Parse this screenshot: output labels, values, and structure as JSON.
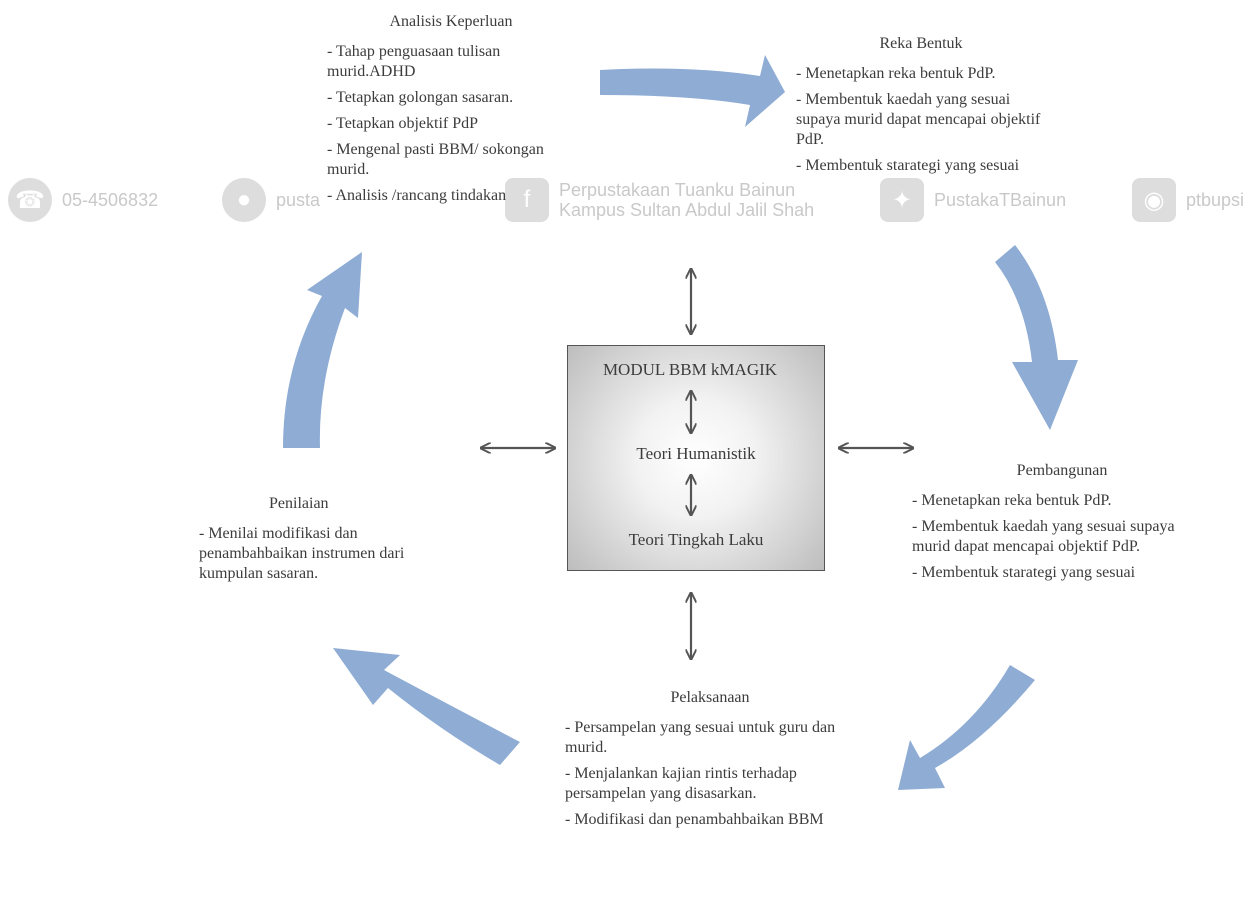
{
  "colors": {
    "cycle_arrow": "#8eacd4",
    "double_arrow": "#555555",
    "box_border": "#555555"
  },
  "watermark": {
    "phone": {
      "icon": "phone-icon",
      "text": "05-4506832"
    },
    "web": {
      "icon": "globe-icon",
      "text": "pusta"
    },
    "facebook": {
      "icon": "facebook-icon",
      "line1": "Perpustakaan Tuanku Bainun",
      "line2": "Kampus Sultan Abdul Jalil Shah"
    },
    "twitter": {
      "icon": "twitter-icon",
      "text": "PustakaTBainun"
    },
    "instagram": {
      "icon": "instagram-icon",
      "text": "ptbupsi"
    }
  },
  "analisis": {
    "title": "Analisis Keperluan",
    "items": [
      "- Tahap penguasaan  tulisan murid.ADHD",
      "- Tetapkan golongan sasaran.",
      "- Tetapkan objektif PdP",
      "- Mengenal pasti  BBM/ sokongan murid.",
      "- Analisis /rancang tindakan"
    ]
  },
  "reka_bentuk": {
    "title": "Reka Bentuk",
    "items": [
      "- Menetapkan reka bentuk PdP.",
      "- Membentuk kaedah yang sesuai supaya murid dapat mencapai objektif PdP.",
      "- Membentuk starategi yang sesuai"
    ]
  },
  "pembangunan": {
    "title": "Pembangunan",
    "items": [
      "- Menetapkan reka bentuk PdP.",
      "- Membentuk kaedah yang sesuai supaya murid dapat mencapai objektif PdP.",
      "- Membentuk starategi yang sesuai"
    ]
  },
  "pelaksanaan": {
    "title": "Pelaksanaan",
    "items": [
      "- Persampelan yang sesuai untuk guru dan murid.",
      "- Menjalankan kajian rintis terhadap persampelan yang disasarkan.",
      "- Modifikasi dan penambahbaikan BBM"
    ]
  },
  "penilaian": {
    "title": "Penilaian",
    "items": [
      "- Menilai  modifikasi dan penambahbaikan instrumen dari kumpulan sasaran."
    ]
  },
  "center": {
    "line1": "MODUL  BBM  kMAGIK",
    "line2": "Teori Humanistik",
    "line3": "Teori Tingkah Laku"
  }
}
